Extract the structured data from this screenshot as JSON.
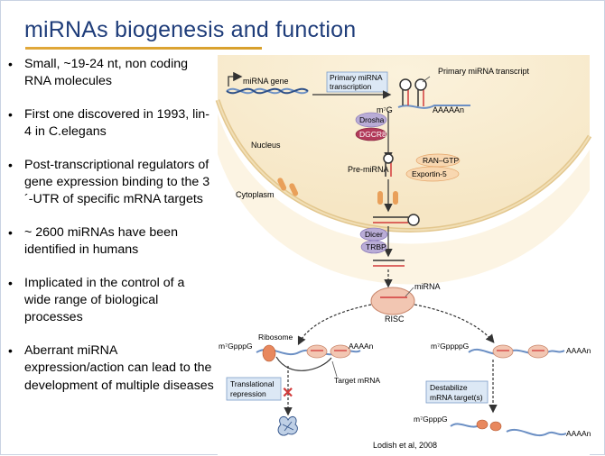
{
  "slide": {
    "title": "miRNAs biogenesis and function",
    "bullets": [
      "Small, ~19-24 nt, non coding RNA molecules",
      "First one discovered in 1993, lin-4 in C.elegans",
      "Post-transcriptional regulators of gene expression binding  to the 3´-UTR of specific mRNA targets",
      "~ 2600 miRNAs have been identified in humans",
      "Implicated in the control of a wide range of biological processes",
      "Aberrant miRNA expression/action can lead to the development  of multiple diseases"
    ],
    "citation": "Lodish et al, 2008"
  },
  "diagram": {
    "mirna_gene": "miRNA gene",
    "primary_transcription": [
      "Primary miRNA",
      "transcription"
    ],
    "primary_transcript": "Primary miRNA transcript",
    "cap_m7g": "m⁷G",
    "poly_a": "AAAAAn",
    "drosha": "Drosha",
    "dgcr8": "DGCR8",
    "nucleus": "Nucleus",
    "pre_mirna": "Pre-miRNA",
    "ran_gtp": "RAN–GTP",
    "exportin5": "Exportin-5",
    "cytoplasm": "Cytoplasm",
    "dicer": "Dicer",
    "trbp": "TRBP",
    "mirna": "miRNA",
    "risc": "RISC",
    "ribosome": "Ribosome",
    "cap_left": "m⁷GpppG",
    "poly_a_left": "AAAAn",
    "target_mrna": "Target mRNA",
    "translational_repression": [
      "Translational",
      "repression"
    ],
    "cap_right": "m⁷GppppG",
    "poly_a_right": "AAAAn",
    "destabilize": [
      "Destabilize",
      "mRNA target(s)"
    ],
    "cap_bottom": "m⁷GpppG",
    "poly_a_bottom": "AAAAn"
  },
  "colors": {
    "title": "#1f3d7a",
    "underline": "#e1a83a",
    "cell": "#f7e7c6",
    "nucleus": "#f3dcae",
    "mrna": "#6b8fc4",
    "drosha": "#b9acd6",
    "dgcr8": "#b23a5a",
    "risc": "#f2c6b2",
    "ribosome": "#e8885e",
    "label_box": "#dce8f5"
  }
}
